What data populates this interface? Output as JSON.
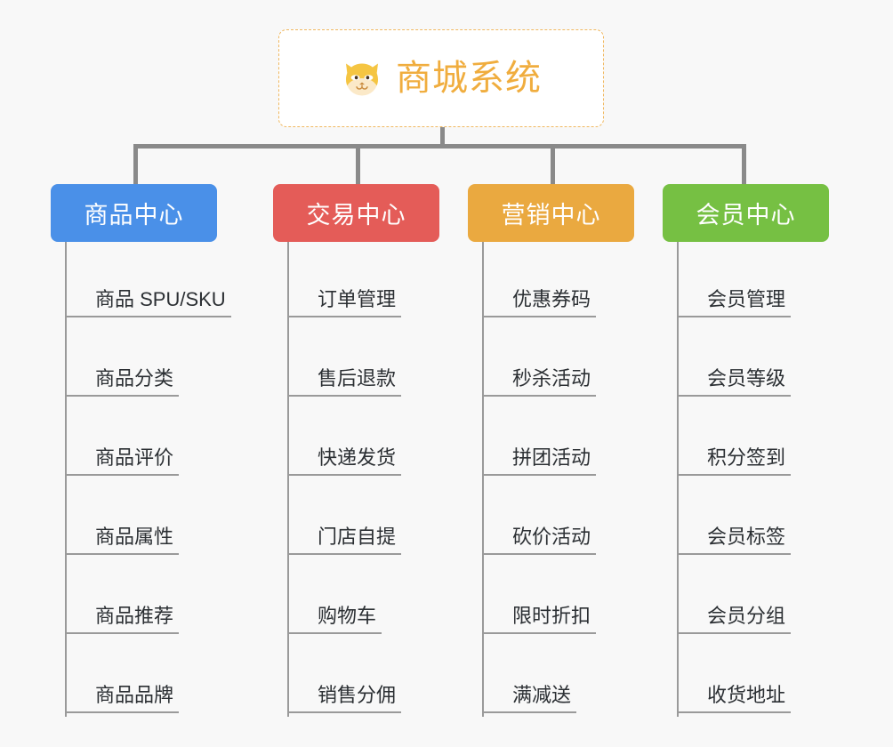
{
  "diagram": {
    "type": "mindmap-org-chart",
    "background_color": "#f8f8f8",
    "root": {
      "title": "商城系统",
      "icon": "shiba-dog-face-icon",
      "text_color": "#f0ad3e",
      "border_color": "#f0b860",
      "background_color": "#ffffff"
    },
    "branches": [
      {
        "label": "商品中心",
        "color": "#4a90e8",
        "items": [
          "商品 SPU/SKU",
          "商品分类",
          "商品评价",
          "商品属性",
          "商品推荐",
          "商品品牌"
        ]
      },
      {
        "label": "交易中心",
        "color": "#e45c58",
        "items": [
          "订单管理",
          "售后退款",
          "快递发货",
          "门店自提",
          "购物车",
          "销售分佣"
        ]
      },
      {
        "label": "营销中心",
        "color": "#eaa940",
        "items": [
          "优惠券码",
          "秒杀活动",
          "拼团活动",
          "砍价活动",
          "限时折扣",
          "满减送"
        ]
      },
      {
        "label": "会员中心",
        "color": "#76c043",
        "items": [
          "会员管理",
          "会员等级",
          "积分签到",
          "会员标签",
          "会员分组",
          "收货地址"
        ]
      }
    ]
  }
}
